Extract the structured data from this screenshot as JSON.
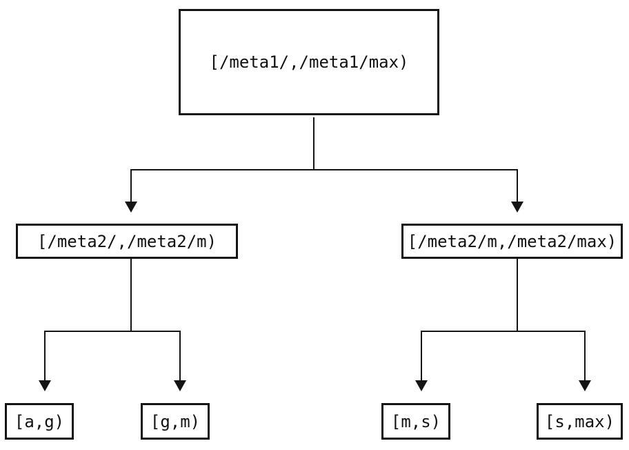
{
  "diagram": {
    "type": "binary-tree",
    "description": "Key-range partition tree",
    "nodes": {
      "root": {
        "label": "[/meta1/,/meta1/max)"
      },
      "meta2_left": {
        "label": "[/meta2/,/meta2/m)"
      },
      "meta2_right": {
        "label": "[/meta2/m,/meta2/max)"
      },
      "leaf_a_g": {
        "label": "[a,g)"
      },
      "leaf_g_m": {
        "label": "[g,m)"
      },
      "leaf_m_s": {
        "label": "[m,s)"
      },
      "leaf_s_max": {
        "label": "[s,max)"
      }
    },
    "edges": [
      {
        "from": "root",
        "to": "meta2_left"
      },
      {
        "from": "root",
        "to": "meta2_right"
      },
      {
        "from": "meta2_left",
        "to": "leaf_a_g"
      },
      {
        "from": "meta2_left",
        "to": "leaf_g_m"
      },
      {
        "from": "meta2_right",
        "to": "leaf_m_s"
      },
      {
        "from": "meta2_right",
        "to": "leaf_s_max"
      }
    ],
    "colors": {
      "line": "#141414",
      "box_border": "#141414",
      "background": "#ffffff",
      "text": "#111111"
    }
  }
}
